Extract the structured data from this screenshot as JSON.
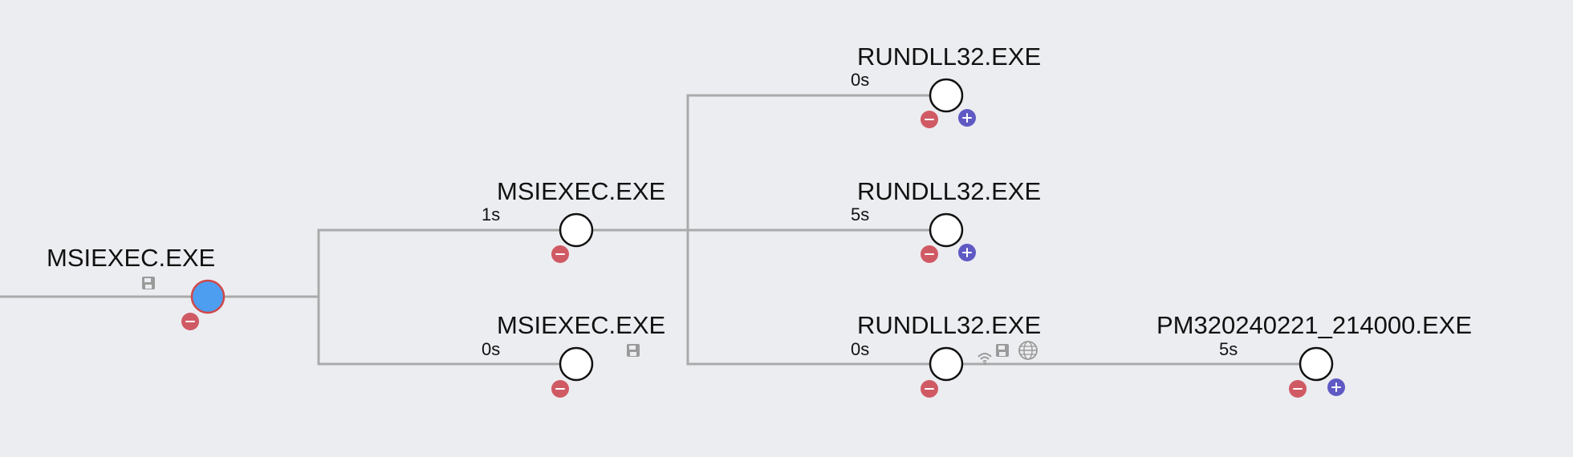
{
  "tree": {
    "nodes": [
      {
        "id": "n0",
        "name": "MSIEXEC.EXE",
        "duration": "",
        "selected": true,
        "collapse_button": true,
        "expand_button": false,
        "activity_icons": [
          "save-icon"
        ]
      },
      {
        "id": "n1",
        "name": "MSIEXEC.EXE",
        "duration": "1s",
        "selected": false,
        "collapse_button": true,
        "expand_button": false,
        "activity_icons": []
      },
      {
        "id": "n2",
        "name": "MSIEXEC.EXE",
        "duration": "0s",
        "selected": false,
        "collapse_button": true,
        "expand_button": false,
        "activity_icons": [
          "save-icon"
        ]
      },
      {
        "id": "n3",
        "name": "RUNDLL32.EXE",
        "duration": "0s",
        "selected": false,
        "collapse_button": true,
        "expand_button": true,
        "activity_icons": []
      },
      {
        "id": "n4",
        "name": "RUNDLL32.EXE",
        "duration": "5s",
        "selected": false,
        "collapse_button": true,
        "expand_button": true,
        "activity_icons": []
      },
      {
        "id": "n5",
        "name": "RUNDLL32.EXE",
        "duration": "0s",
        "selected": false,
        "collapse_button": true,
        "expand_button": false,
        "activity_icons": [
          "wifi-icon",
          "save-icon",
          "globe-icon"
        ]
      },
      {
        "id": "n6",
        "name": "PM320240221_214000.EXE",
        "duration": "5s",
        "selected": false,
        "collapse_button": true,
        "expand_button": true,
        "activity_icons": []
      }
    ],
    "edges": [
      {
        "from": "root",
        "to": "n0"
      },
      {
        "from": "n0",
        "to": "n1"
      },
      {
        "from": "n0",
        "to": "n2"
      },
      {
        "from": "n1",
        "to": "n3"
      },
      {
        "from": "n1",
        "to": "n4"
      },
      {
        "from": "n1",
        "to": "n5"
      },
      {
        "from": "n5",
        "to": "n6"
      }
    ],
    "colors": {
      "background": "#ecedf1",
      "edge": "#aaaaaa",
      "node_fill": "#ffffff",
      "node_stroke": "#111111",
      "selected_fill": "#4d9ef0",
      "selected_stroke": "#d0484a",
      "collapse_button": "#d05a64",
      "expand_button": "#5f59c4",
      "activity_icon": "#9a9a9a"
    }
  }
}
